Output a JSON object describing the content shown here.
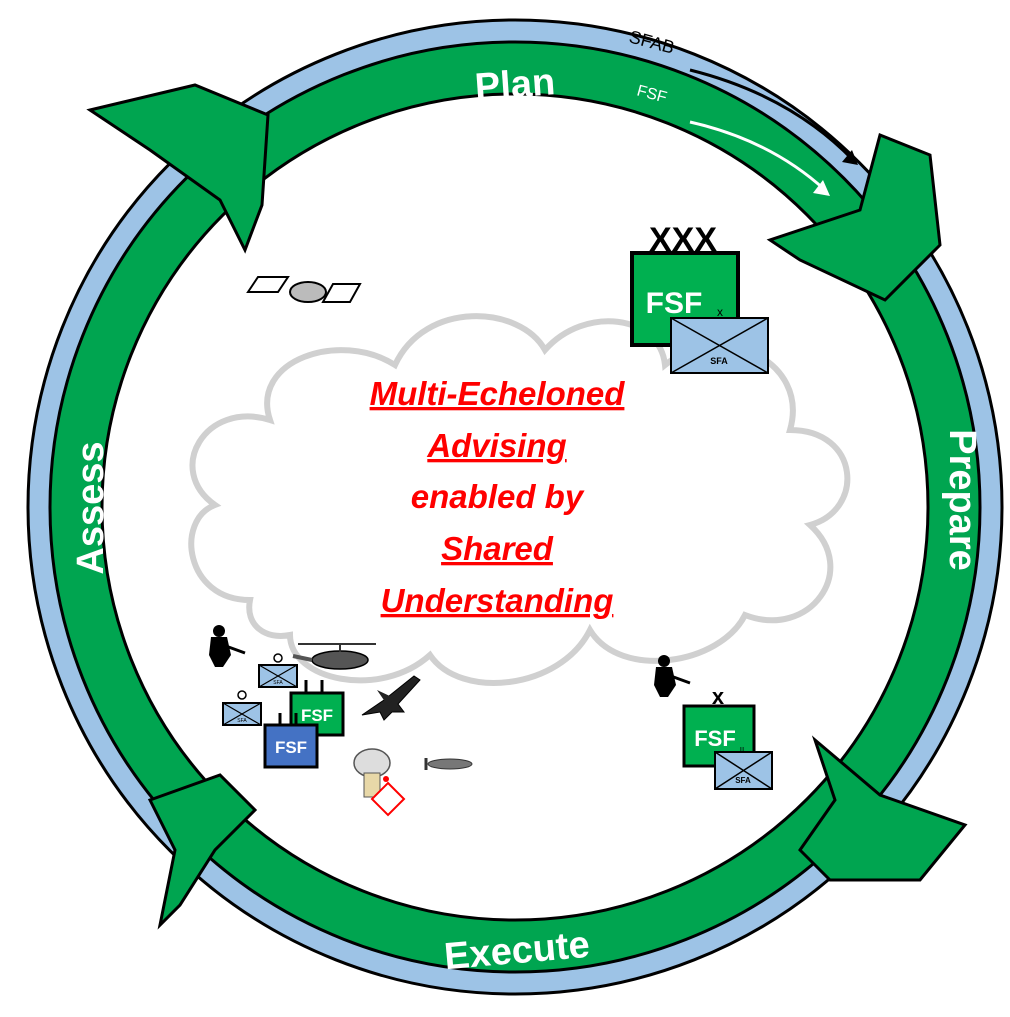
{
  "phases": {
    "plan": "Plan",
    "prepare": "Prepare",
    "execute": "Execute",
    "assess": "Assess"
  },
  "arrows": {
    "sfab": "SFAB",
    "fsf": "FSF"
  },
  "center_text": {
    "line1": "Multi-Echeloned",
    "line2": "Advising",
    "line3": "enabled by",
    "line4": "Shared",
    "line5": "Understanding"
  },
  "units": {
    "corps": {
      "echelon": "XXX",
      "label": "FSF",
      "sub_echelon": "x",
      "advisor": "SFA"
    },
    "brigade": {
      "echelon": "x",
      "label": "FSF",
      "sub_echelon": "II",
      "advisor": "SFA"
    },
    "cluster_green": {
      "label": "FSF"
    },
    "cluster_blue": {
      "label": "FSF"
    },
    "cluster_sfa_a": {
      "label": "SFA"
    },
    "cluster_sfa_b": {
      "label": "SFA"
    }
  },
  "colors": {
    "cycle_green": "#00a550",
    "outer_ring": "#9dc3e6",
    "fsf_green": "#00b050",
    "fsf_blue": "#4472c4",
    "sfa_fill": "#9dc3e6",
    "center_text": "#ff0000",
    "cloud": "#d0d0d0"
  },
  "icons": [
    "satellite-icon",
    "soldier-icon",
    "helicopter-icon",
    "fighter-jet-icon",
    "drone-icon",
    "explosion-icon"
  ]
}
